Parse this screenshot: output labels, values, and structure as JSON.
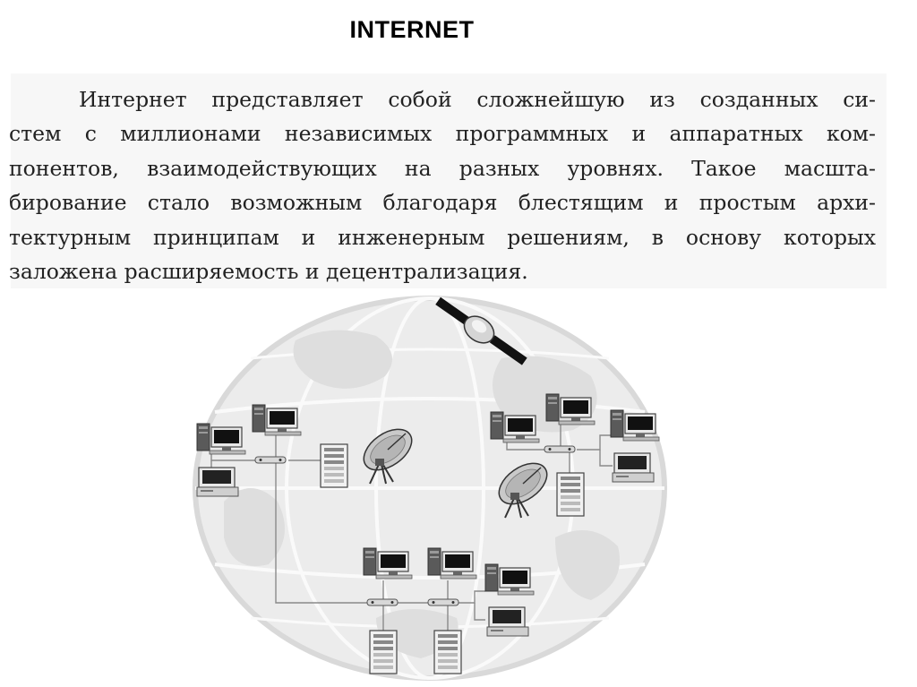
{
  "slide": {
    "title": "INTERNET"
  },
  "paragraph": {
    "lines": [
      "Интернет представляет собой сложнейшую из созданных си-",
      "стем с миллионами независимых программных и аппаратных ком-",
      "понентов, взаимодействующих на разных уровнях. Такое масшта-",
      "бирование стало возможным благодаря блестящим и простым архи-",
      "тектурным принципам и инженерным решениям, в основу которых",
      "заложена расширяемость и децентрализация."
    ]
  },
  "diagram": {
    "background": "globe",
    "nodes": [
      "satellite-icon",
      "dish-antenna-icon",
      "server-icon",
      "computer-icon",
      "network-hub-icon"
    ],
    "colors": {
      "globe": "#e6e6e6",
      "device": "#555555",
      "screen": "#111111",
      "line": "#8a8a8a"
    }
  }
}
